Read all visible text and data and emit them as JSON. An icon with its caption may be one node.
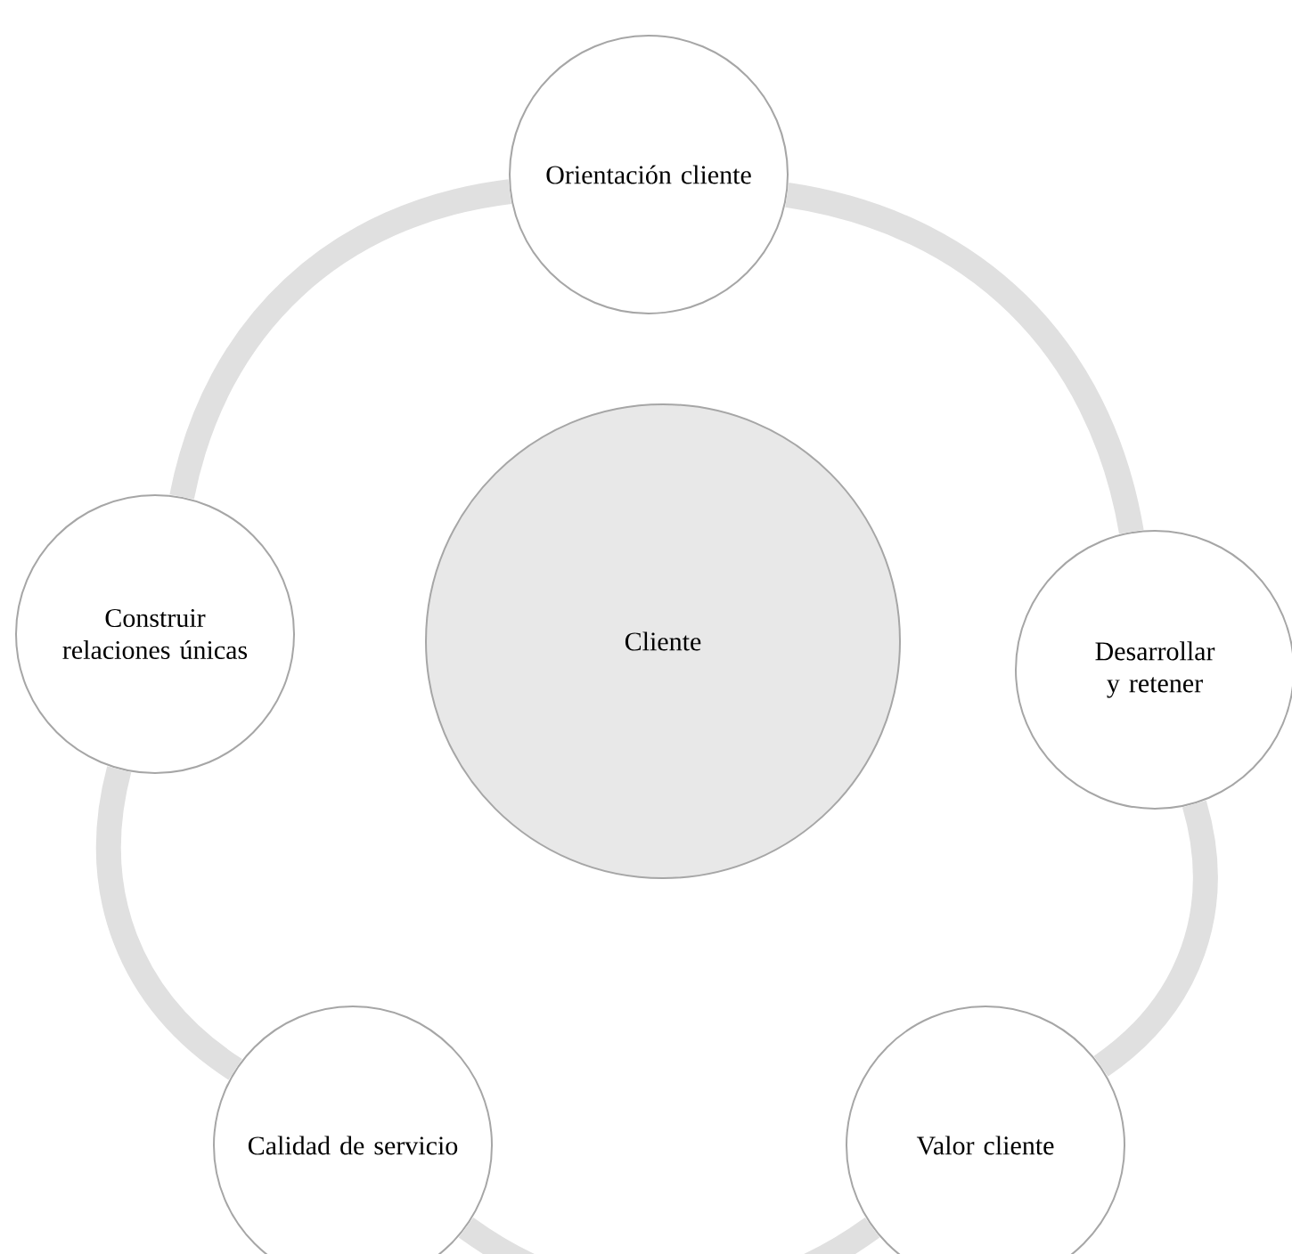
{
  "diagram": {
    "nodes": [
      {
        "text": [
          "Cliente"
        ]
      },
      {
        "text": [
          "Orientación cliente"
        ]
      },
      {
        "text": [
          "Desarrollar y retener"
        ]
      },
      {
        "text": [
          "Valor cliente"
        ]
      },
      {
        "text": [
          "Calidad de servicio"
        ]
      },
      {
        "text": [
          "Construir relaciones únicas"
        ]
      }
    ],
    "edges": [
      {
        "from": 1,
        "to": 2,
        "arrow": "none"
      },
      {
        "from": 2,
        "to": 3,
        "arrow": "none"
      },
      {
        "from": 3,
        "to": 4,
        "arrow": "none"
      },
      {
        "from": 4,
        "to": 5,
        "arrow": "none"
      },
      {
        "from": 5,
        "to": 1,
        "arrow": "none"
      }
    ]
  }
}
